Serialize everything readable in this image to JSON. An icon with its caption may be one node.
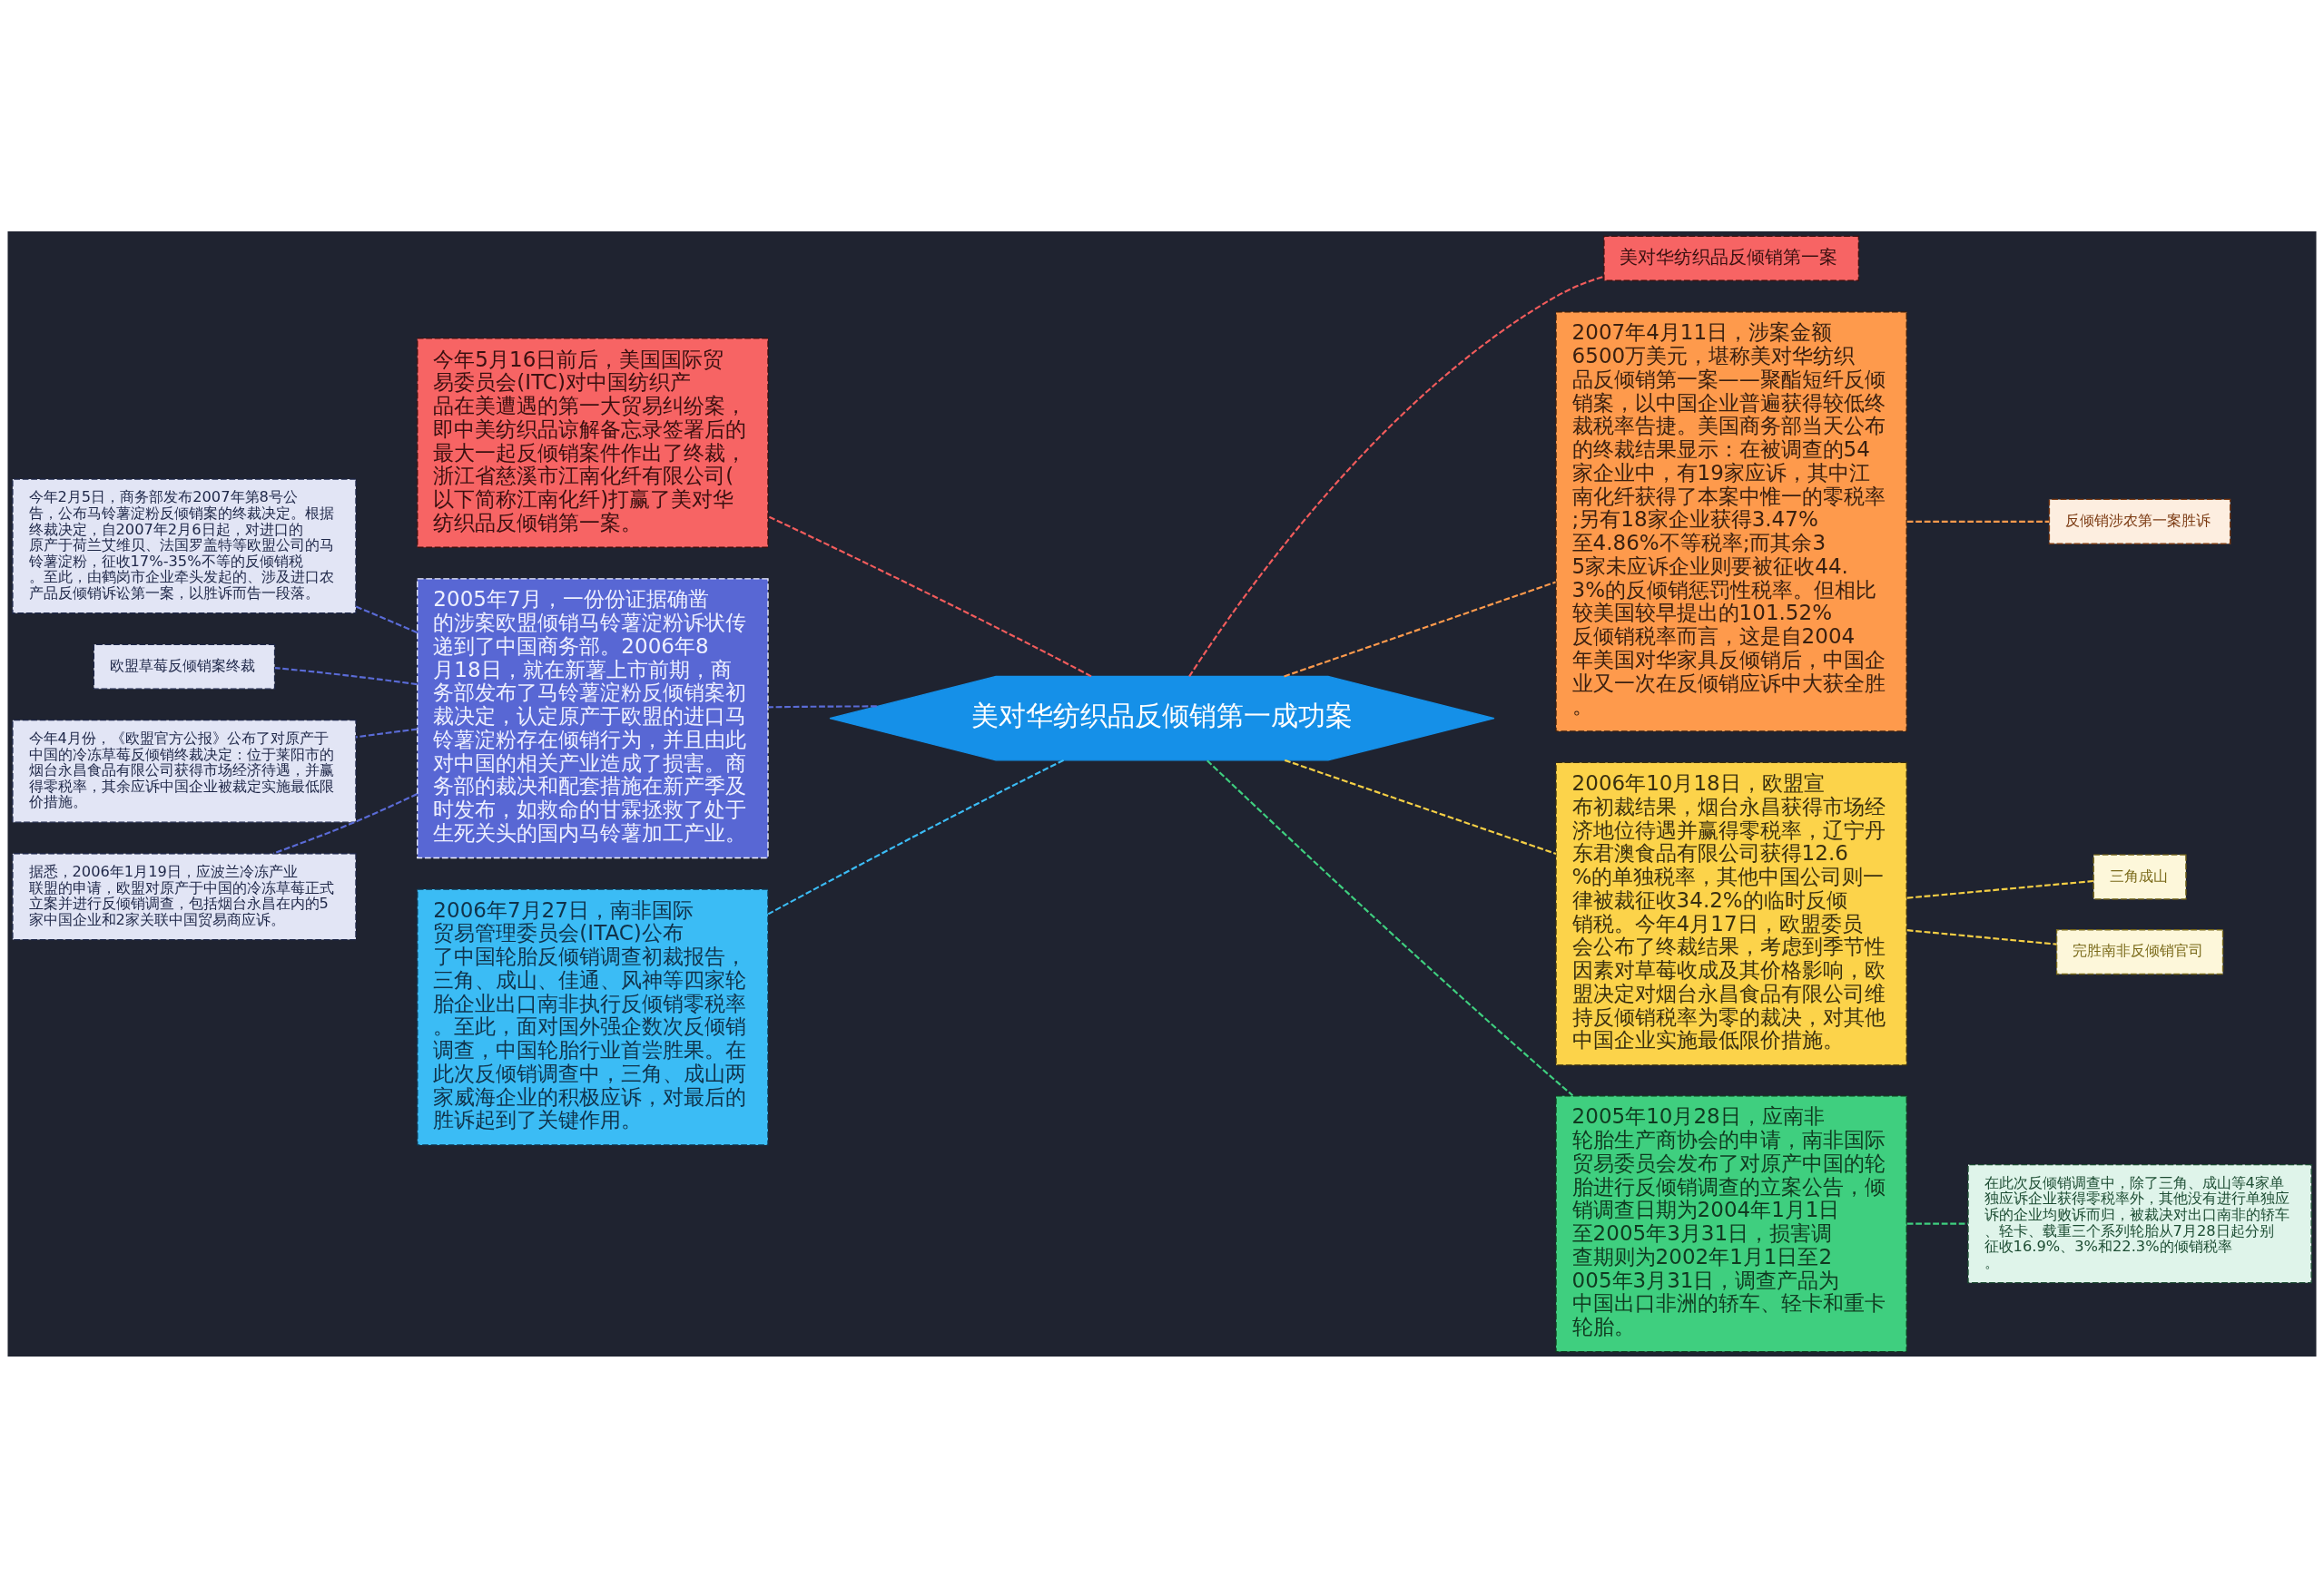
{
  "diagram": {
    "nodes": [
      {
        "text": [
          "美对华纺织品反倾销第一成功案"
        ]
      },
      {
        "text": [
          "今年5月16日前后，美国国际贸易委员会(ITC)对中国纺织产品在美遭遇的第一大贸易纠纷案，即中美纺织品谅解备忘录签署后的最大一起反倾销案件作出了终裁，浙江省慈溪市江南化纤有限公司(以下简称江南化纤)打赢了美对华纺织品反倾销第一案。"
        ]
      },
      {
        "text": [
          "2005年7月，一份份证据确凿的涉案欧盟倾销马铃薯淀粉诉状传递到了中国商务部。2006年8月18日，就在新薯上市前期，商务部发布了马铃薯淀粉反倾销案初裁决定，认定原产于欧盟的进口马铃薯淀粉存在倾销行为，并且由此对中国的相关产业造成了损害。商务部的裁决和配套措施在新产季及时发布，如救命的甘霖拯救了处于生死关头的国内马铃薯加工产业。"
        ]
      },
      {
        "text": [
          "2006年7月27日，南非国际贸易管理委员会(ITAC)公布了中国轮胎反倾销调查初裁报告，三角、成山、佳通、风神等四家轮胎企业出口南非执行反倾销零税率。至此，面对国外强企数次反倾销调查，中国轮胎行业首尝胜果。在此次反倾销调查中，三角、成山两家威海企业的积极应诉，对最后的胜诉起到了关键作用。"
        ]
      },
      {
        "text": [
          "今年2月5日，商务部发布2007年第8号公告，公布马铃薯淀粉反倾销案的终裁决定。根据终裁决定，自2007年2月6日起，对进口的原产于荷兰艾维贝、法国罗盖特等欧盟公司的马铃薯淀粉，征收17%-35%不等的反倾销税。至此，由鹤岗市企业牵头发起的、涉及进口农产品反倾销诉讼第一案，以胜诉而告一段落。"
        ]
      },
      {
        "text": [
          "欧盟草莓反倾销案终裁"
        ]
      },
      {
        "text": [
          "今年4月份，《欧盟官方公报》公布了对原产于中国的冷冻草莓反倾销终裁决定：位于莱阳市的烟台永昌食品有限公司获得市场经济待遇，并赢得零税率，其余应诉中国企业被裁定实施最低限价措施。"
        ]
      },
      {
        "text": [
          "据悉，2006年1月19日，应波兰冷冻产业联盟的申请，欧盟对原产于中国的冷冻草莓正式立案并进行反倾销调查，包括烟台永昌在内的5家中国企业和2家关联中国贸易商应诉。"
        ]
      },
      {
        "text": [
          "美对华纺织品反倾销第一案"
        ]
      },
      {
        "text": [
          "2007年4月11日，涉案金额6500万美元，堪称美对华纺织品反倾销第一案——聚酯短纤反倾销案，以中国企业普遍获得较低终裁税率告捷。美国商务部当天公布的终裁结果显示：在被调查的54家企业中，有19家应诉，其中江南化纤获得了本案中惟一的零税率;另有18家企业获得3.47%至4.86%不等税率;而其余35家未应诉企业则要被征收44.3%的反倾销惩罚性税率。但相比较美国较早提出的101.52%反倾销税率而言，这是自2004年美国对华家具反倾销后，中国企业又一次在反倾销应诉中大获全胜。"
        ]
      },
      {
        "text": [
          "反倾销涉农第一案胜诉"
        ]
      },
      {
        "text": [
          "2006年10月18日，欧盟宣布初裁结果，烟台永昌获得市场经济地位待遇并赢得零税率，辽宁丹东君澳食品有限公司获得12.6%的单独税率，其他中国公司则一律被裁征收34.2%的临时反倾销税。今年4月17日，欧盟委员会公布了终裁结果，考虑到季节性因素对草莓收成及其价格影响，欧盟决定对烟台永昌食品有限公司维持反倾销税率为零的裁决，对其他中国企业实施最低限价措施。"
        ]
      },
      {
        "text": [
          "三角成山"
        ]
      },
      {
        "text": [
          "完胜南非反倾销官司"
        ]
      },
      {
        "text": [
          "2005年10月28日，应南非轮胎生产商协会的申请，南非国际贸易委员会发布了对原产中国的轮胎进行反倾销调查的立案公告，倾销调查日期为2004年1月1日至2005年3月31日，损害调查期则为2002年1月1日至2005年3月31日，调查产品为中国出口非洲的轿车、轻卡和重卡轮胎。"
        ]
      },
      {
        "text": [
          "在此次反倾销调查中，除了三角、成山等4家单独应诉企业获得零税率外，其他没有进行单独应诉的企业均败诉而归，被裁决对出口南非的轿车、轻卡、载重三个系列轮胎从7月28日起分别征收16.9%、3%和22.3%的倾销税率。"
        ]
      }
    ],
    "edges": [
      {
        "from": 0,
        "to": 1,
        "arrow": "none",
        "style": "dashed",
        "color": "#f25c5c"
      },
      {
        "from": 0,
        "to": 2,
        "arrow": "none",
        "style": "dashed",
        "color": "#5a6bd6"
      },
      {
        "from": 0,
        "to": 3,
        "arrow": "none",
        "style": "dashed",
        "color": "#3bbcf5"
      },
      {
        "from": 2,
        "to": 4,
        "arrow": "none",
        "style": "dashed",
        "color": "#5a6bd6"
      },
      {
        "from": 2,
        "to": 5,
        "arrow": "none",
        "style": "dashed",
        "color": "#5a6bd6"
      },
      {
        "from": 2,
        "to": 6,
        "arrow": "none",
        "style": "dashed",
        "color": "#5a6bd6"
      },
      {
        "from": 2,
        "to": 7,
        "arrow": "none",
        "style": "dashed",
        "color": "#5a6bd6"
      },
      {
        "from": 0,
        "to": 8,
        "arrow": "none",
        "style": "dashed",
        "color": "#f25c5c"
      },
      {
        "from": 0,
        "to": 9,
        "arrow": "none",
        "style": "dashed",
        "color": "#fe9a4c"
      },
      {
        "from": 0,
        "to": 11,
        "arrow": "none",
        "style": "dashed",
        "color": "#f5cf45"
      },
      {
        "from": 0,
        "to": 14,
        "arrow": "none",
        "style": "dashed",
        "color": "#3fcf7f"
      },
      {
        "from": 9,
        "to": 10,
        "arrow": "none",
        "style": "dashed",
        "color": "#fe9a4c"
      },
      {
        "from": 11,
        "to": 12,
        "arrow": "none",
        "style": "dashed",
        "color": "#f5cf45"
      },
      {
        "from": 11,
        "to": 13,
        "arrow": "none",
        "style": "dashed",
        "color": "#f5cf45"
      },
      {
        "from": 14,
        "to": 15,
        "arrow": "none",
        "style": "dashed",
        "color": "#3fcf7f"
      }
    ]
  }
}
